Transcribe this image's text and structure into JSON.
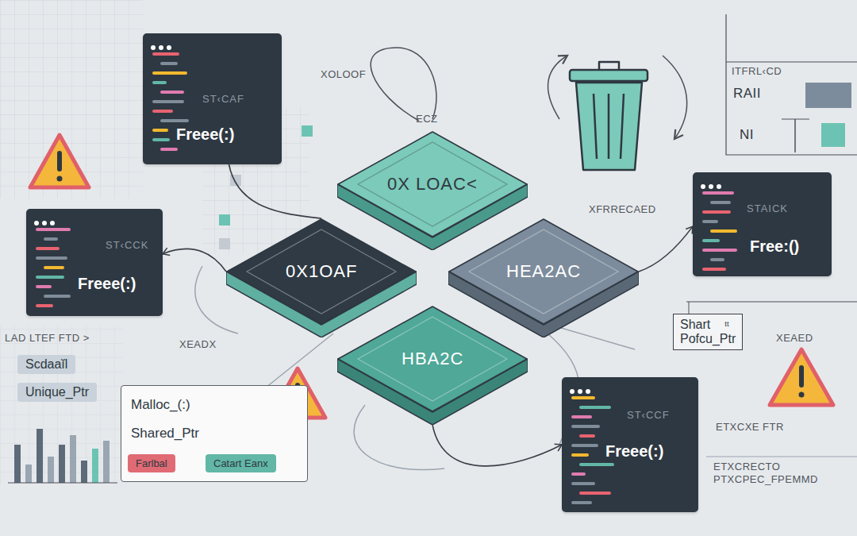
{
  "diagram": {
    "nodes": [
      {
        "text": [
          "ST‹CAF",
          "Freee(:)"
        ]
      },
      {
        "text": [
          "0X LOAC<"
        ]
      },
      {
        "text": [
          "ST‹CCK",
          "Freee(:)"
        ]
      },
      {
        "text": [
          "0X1OAF"
        ]
      },
      {
        "text": [
          "HEA2AC"
        ]
      },
      {
        "text": [
          "STAICK",
          "Free:()"
        ]
      },
      {
        "text": [
          "Shart",
          "ᵗᵗ",
          "Pofcu_Ptr"
        ]
      },
      {
        "text": [
          "Scdaaĭl"
        ]
      },
      {
        "text": [
          "Unique_Ptr"
        ]
      },
      {
        "text": [
          "Malloc_(:)",
          "Shared_Ptr"
        ]
      },
      {
        "text": [
          "Farlbal"
        ],
        "in": 9
      },
      {
        "text": [
          "Catart Eanx"
        ],
        "in": 9
      },
      {
        "text": [
          "HBA2C"
        ]
      },
      {
        "text": [
          "ST‹CCF",
          "Freee(:)"
        ]
      }
    ],
    "edges": [
      {
        "from": 3,
        "to": 2,
        "arrow": "to"
      },
      {
        "from": 4,
        "to": 5,
        "arrow": "to"
      },
      {
        "from": 12,
        "to": 13,
        "arrow": "to"
      },
      {
        "from": 0,
        "to": 3,
        "arrow": "none"
      }
    ],
    "labels": [
      "XOLOOF",
      "ECZ",
      "XFRRECAED",
      "ITFRL‹CD",
      "RAII",
      "NI",
      "XEADX",
      "LAD LTEF FTD >",
      "XEAED",
      "ETXCXE FTR",
      "ETXCRECTO PTXCPEC_FPEMMD"
    ]
  }
}
